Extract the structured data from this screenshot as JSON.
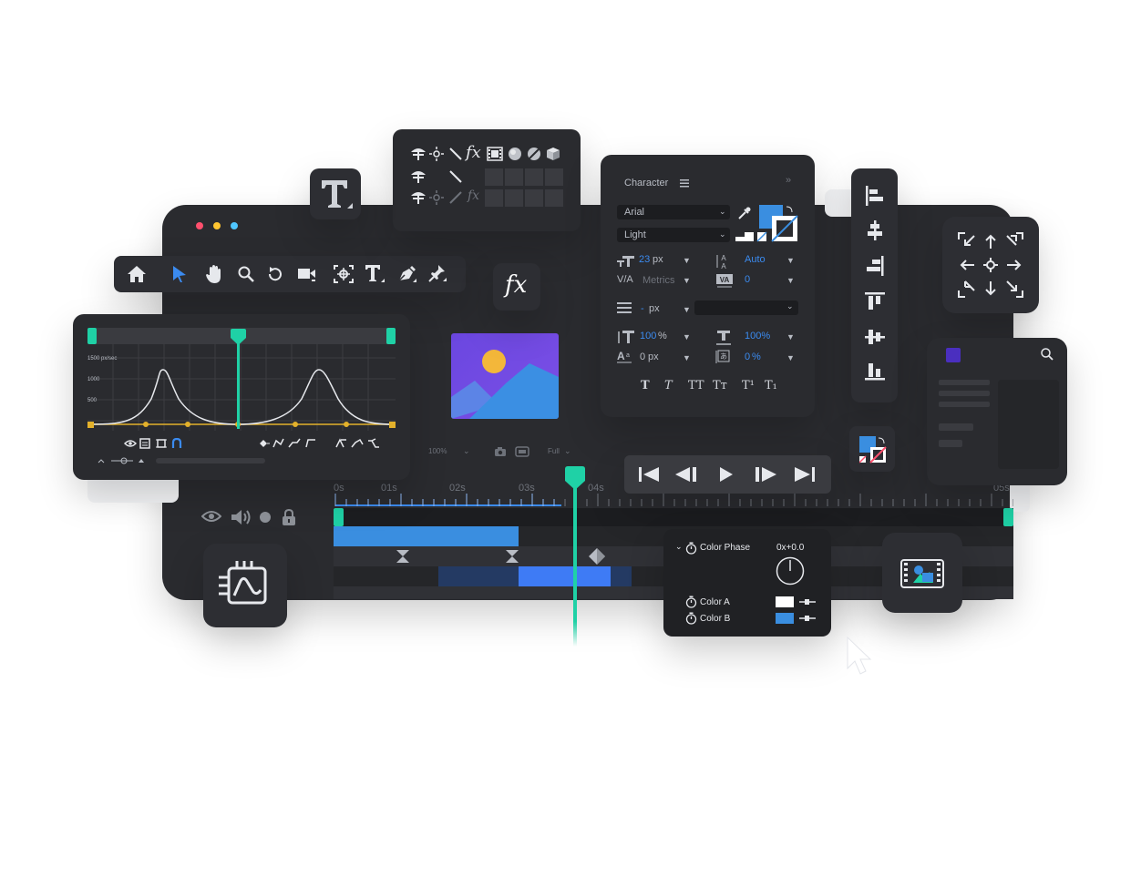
{
  "colors": {
    "accent_teal": "#1fd1a6",
    "accent_blue": "#3b8bf0",
    "clip_blue": "#3a8ee0",
    "clip_bright": "#3e7bf5",
    "clip_dark": "#243a63",
    "curve_yellow": "#e3b12b",
    "dot_red": "#ff4f6d",
    "dot_yellow": "#ffc531",
    "dot_cyan": "#4fc6ff",
    "layer_purple": "#4a2fbf"
  },
  "toolbar": {
    "icons": [
      "home-icon",
      "select-arrow-icon",
      "hand-icon",
      "zoom-icon",
      "rotate-icon",
      "camera-icon",
      "anchor-icon",
      "text-tool-icon",
      "pen-icon",
      "pin-icon"
    ]
  },
  "graph": {
    "speed_label": "1500 px/sec",
    "y_labels": [
      "1000",
      "500"
    ]
  },
  "viewer": {
    "zoom": "100%",
    "quality": "Full"
  },
  "timeline": {
    "ticks": [
      "0s",
      "01s",
      "02s",
      "03s",
      "04s",
      "05s"
    ]
  },
  "character": {
    "title": "Character",
    "font_family": "Arial",
    "font_style": "Light",
    "font_size": "23",
    "font_size_unit": "px",
    "leading": "Auto",
    "kerning": "Metrics",
    "tracking": "0",
    "stroke_width": "-",
    "stroke_unit": "px",
    "vert_scale": "100",
    "vert_scale_unit": "%",
    "horiz_scale": "100%",
    "baseline": "0",
    "baseline_unit": "px",
    "tsume": "0",
    "tsume_unit": "%",
    "style_buttons": [
      "T",
      "T",
      "TT",
      "Tт",
      "T¹",
      "T₁"
    ]
  },
  "color_phase": {
    "title": "Color Phase",
    "value": "0x+0.0",
    "color_a_label": "Color A",
    "color_b_label": "Color B",
    "color_a": "#ffffff",
    "color_b": "#3a8ee0"
  },
  "fx_label": "fx",
  "text_tool_glyph": "T"
}
